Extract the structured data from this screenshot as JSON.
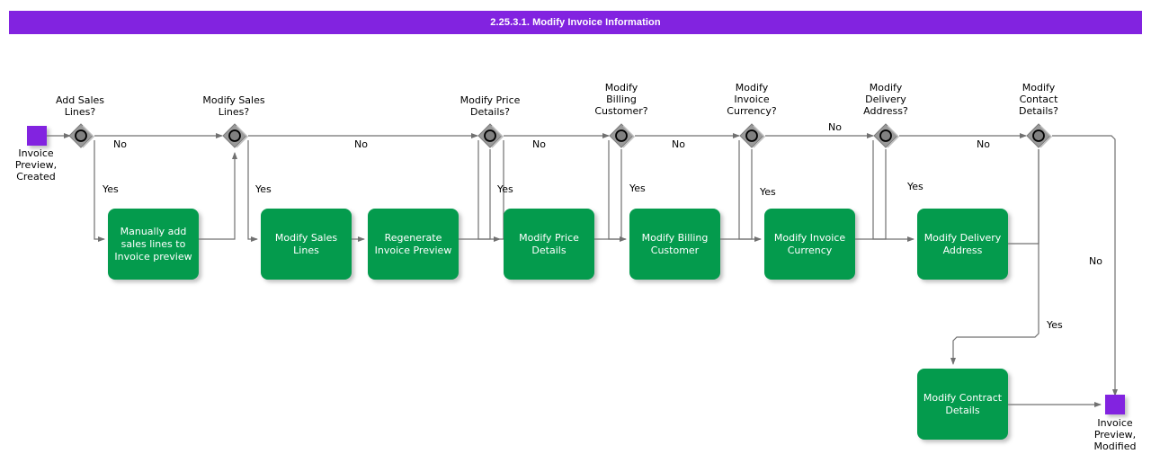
{
  "header": {
    "title": "2.25.3.1. Modify Invoice Information",
    "accent_color": "#8223e0"
  },
  "colors": {
    "task_fill": "#049b4d",
    "event_fill": "#8223e0",
    "gateway_fill": "#808080",
    "flow_stroke": "#707070",
    "text_on_task": "#ffffff",
    "text_default": "#000000"
  },
  "diagram": {
    "type": "bpmn-flowchart",
    "start_event": {
      "name": "start-event",
      "label": "Invoice\nPreview,\nCreated",
      "label_line1": "Invoice",
      "label_line2": "Preview,",
      "label_line3": "Created"
    },
    "end_event": {
      "name": "end-event",
      "label_line1": "Invoice",
      "label_line2": "Preview,",
      "label_line3": "Modified"
    },
    "gateways": [
      {
        "id": "gw1",
        "label_line1": "Add Sales",
        "label_line2": "Lines?",
        "label_line3": ""
      },
      {
        "id": "gw2",
        "label_line1": "Modify Sales",
        "label_line2": "Lines?",
        "label_line3": ""
      },
      {
        "id": "gw3",
        "label_line1": "Modify Price",
        "label_line2": "Details?",
        "label_line3": ""
      },
      {
        "id": "gw4",
        "label_line1": "Modify",
        "label_line2": "Billing",
        "label_line3": "Customer?"
      },
      {
        "id": "gw5",
        "label_line1": "Modify",
        "label_line2": "Invoice",
        "label_line3": "Currency?"
      },
      {
        "id": "gw6",
        "label_line1": "Modify",
        "label_line2": "Delivery",
        "label_line3": "Address?"
      },
      {
        "id": "gw7",
        "label_line1": "Modify",
        "label_line2": "Contact",
        "label_line3": "Details?"
      }
    ],
    "tasks": [
      {
        "id": "t1",
        "label_line1": "Manually add",
        "label_line2": "sales lines to",
        "label_line3": "Invoice preview"
      },
      {
        "id": "t2",
        "label_line1": "Modify Sales",
        "label_line2": "Lines",
        "label_line3": ""
      },
      {
        "id": "t3",
        "label_line1": "Regenerate",
        "label_line2": "Invoice Preview",
        "label_line3": ""
      },
      {
        "id": "t4",
        "label_line1": "Modify Price",
        "label_line2": "Details",
        "label_line3": ""
      },
      {
        "id": "t5",
        "label_line1": "Modify Billing",
        "label_line2": "Customer",
        "label_line3": ""
      },
      {
        "id": "t6",
        "label_line1": "Modify Invoice",
        "label_line2": "Currency",
        "label_line3": ""
      },
      {
        "id": "t7",
        "label_line1": "Modify Delivery",
        "label_line2": "Address",
        "label_line3": ""
      },
      {
        "id": "t8",
        "label_line1": "Modify Contract",
        "label_line2": "Details",
        "label_line3": ""
      }
    ],
    "edge_labels": {
      "no1": "No",
      "yes1": "Yes",
      "no2": "No",
      "yes2": "Yes",
      "no3": "No",
      "yes3": "Yes",
      "no4": "No",
      "yes4": "Yes",
      "no5": "No",
      "yes5": "Yes",
      "no6": "No",
      "yes6": "Yes",
      "no7": "No",
      "yes7": "Yes"
    }
  }
}
